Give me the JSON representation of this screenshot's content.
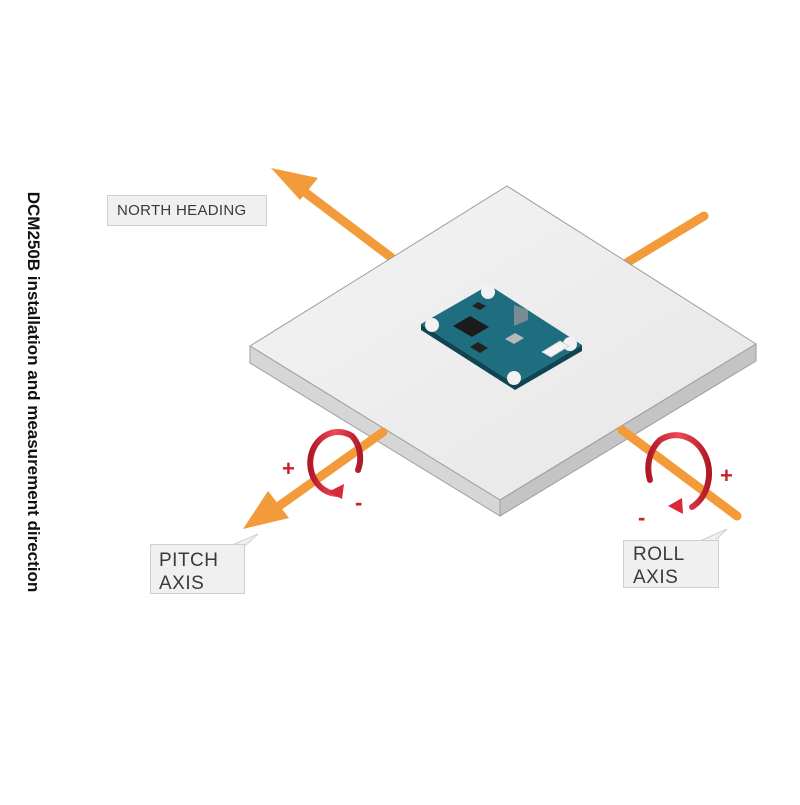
{
  "title": "DCM250B installation and measurement direction",
  "labels": {
    "north": "NORTH HEADING",
    "pitch_line1": "PITCH",
    "pitch_line2": "AXIS",
    "roll_line1": "ROLL",
    "roll_line2": "AXIS"
  },
  "signs": {
    "pitch_plus": "+",
    "pitch_minus": "-",
    "roll_plus": "+",
    "roll_minus": "-"
  },
  "colors": {
    "axis_orange": "#f39a3a",
    "rotation_red": "#d8283a",
    "sign_red": "#c8202a",
    "board_teal": "#1f6e80",
    "plate_top": "#eeeeee",
    "callout_bg": "#f0f0f0"
  }
}
